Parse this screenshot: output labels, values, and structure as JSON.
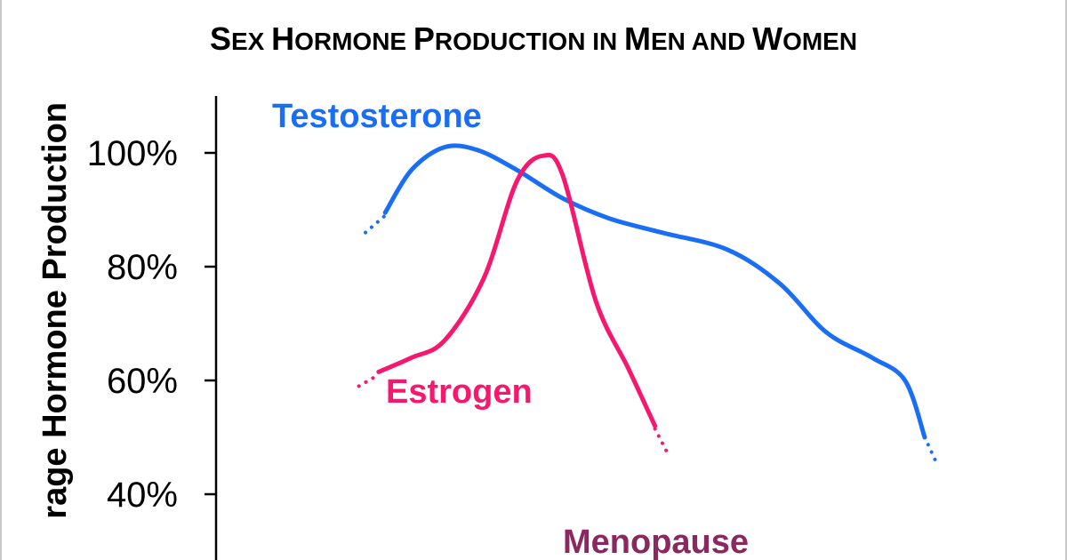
{
  "chart_data": {
    "type": "line",
    "title_parts": [
      {
        "text": "S",
        "small": false
      },
      {
        "text": "EX ",
        "small": true
      },
      {
        "text": "H",
        "small": false
      },
      {
        "text": "ORMONE ",
        "small": true
      },
      {
        "text": "P",
        "small": false
      },
      {
        "text": "RODUCTION IN ",
        "small": true
      },
      {
        "text": "M",
        "small": false
      },
      {
        "text": "EN AND ",
        "small": true
      },
      {
        "text": "W",
        "small": false
      },
      {
        "text": "OMEN",
        "small": true
      }
    ],
    "ylabel": "rage Hormone Production",
    "yticks": [
      {
        "value": 100,
        "label": "100%"
      },
      {
        "value": 80,
        "label": "80%"
      },
      {
        "value": 60,
        "label": "60%"
      },
      {
        "value": 40,
        "label": "40%"
      }
    ],
    "ylim": [
      26,
      109
    ],
    "xlim": [
      0,
      100
    ],
    "grid": false,
    "legend": "none",
    "series": [
      {
        "name": "Testosterone",
        "color": "#1a6ef5",
        "lead_in": [
          [
            15,
            86
          ],
          [
            18,
            89
          ]
        ],
        "values": [
          [
            18,
            89.5
          ],
          [
            22,
            97
          ],
          [
            27,
            101
          ],
          [
            32,
            100.5
          ],
          [
            38,
            97
          ],
          [
            45,
            92
          ],
          [
            52,
            88.5
          ],
          [
            60,
            86
          ],
          [
            70,
            83
          ],
          [
            78,
            77
          ],
          [
            85,
            68.5
          ],
          [
            92,
            64
          ],
          [
            97,
            60
          ],
          [
            100,
            50
          ]
        ],
        "tail": [
          [
            100,
            50
          ],
          [
            102,
            45
          ]
        ]
      },
      {
        "name": "Estrogen",
        "color": "#f5186e",
        "lead_in": [
          [
            14,
            59
          ],
          [
            17,
            61
          ]
        ],
        "values": [
          [
            17,
            61.5
          ],
          [
            22,
            64
          ],
          [
            27,
            67
          ],
          [
            33,
            78
          ],
          [
            38,
            95
          ],
          [
            42,
            99.5
          ],
          [
            45,
            96
          ],
          [
            50,
            74
          ],
          [
            55,
            62
          ],
          [
            59,
            52
          ]
        ],
        "tail": [
          [
            59,
            51.5
          ],
          [
            61,
            47
          ]
        ]
      }
    ],
    "annotations": [
      {
        "text": "Menopause",
        "color": "#8a2860"
      }
    ]
  }
}
